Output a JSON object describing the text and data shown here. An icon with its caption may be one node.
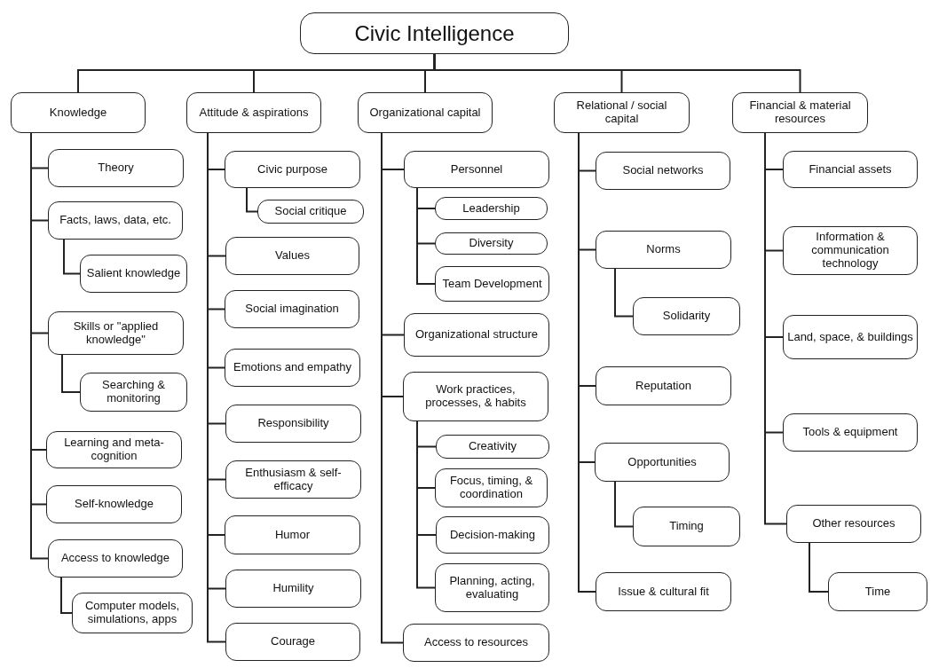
{
  "diagram": {
    "nodes": [
      {
        "text": [
          "Civic Intelligence"
        ]
      },
      {
        "text": [
          "Knowledge"
        ]
      },
      {
        "text": [
          "Attitude & aspirations"
        ]
      },
      {
        "text": [
          "Organizational capital"
        ]
      },
      {
        "text": [
          "Relational / social capital"
        ]
      },
      {
        "text": [
          "Financial & material resources"
        ]
      },
      {
        "text": [
          "Theory"
        ]
      },
      {
        "text": [
          "Facts, laws, data, etc."
        ]
      },
      {
        "text": [
          "Salient knowledge"
        ]
      },
      {
        "text": [
          "Skills or \"applied knowledge\""
        ]
      },
      {
        "text": [
          "Searching & monitoring"
        ]
      },
      {
        "text": [
          "Learning and meta-cognition"
        ]
      },
      {
        "text": [
          "Self-knowledge"
        ]
      },
      {
        "text": [
          "Access to knowledge"
        ]
      },
      {
        "text": [
          "Computer models, simulations, apps"
        ]
      },
      {
        "text": [
          "Civic purpose"
        ]
      },
      {
        "text": [
          "Social critique"
        ]
      },
      {
        "text": [
          "Values"
        ]
      },
      {
        "text": [
          "Social imagination"
        ]
      },
      {
        "text": [
          "Emotions and empathy"
        ]
      },
      {
        "text": [
          "Responsibility"
        ]
      },
      {
        "text": [
          "Enthusiasm & self-efficacy"
        ]
      },
      {
        "text": [
          "Humor"
        ]
      },
      {
        "text": [
          "Humility"
        ]
      },
      {
        "text": [
          "Courage"
        ]
      },
      {
        "text": [
          "Personnel"
        ]
      },
      {
        "text": [
          "Leadership"
        ]
      },
      {
        "text": [
          "Diversity"
        ]
      },
      {
        "text": [
          "Team Development"
        ]
      },
      {
        "text": [
          "Organizational structure"
        ]
      },
      {
        "text": [
          "Work practices, processes, & habits"
        ]
      },
      {
        "text": [
          "Creativity"
        ]
      },
      {
        "text": [
          "Focus, timing, & coordination"
        ]
      },
      {
        "text": [
          "Decision-making"
        ]
      },
      {
        "text": [
          "Planning, acting, evaluating"
        ]
      },
      {
        "text": [
          "Access to resources"
        ]
      },
      {
        "text": [
          "Social networks"
        ]
      },
      {
        "text": [
          "Norms"
        ]
      },
      {
        "text": [
          "Solidarity"
        ]
      },
      {
        "text": [
          "Reputation"
        ]
      },
      {
        "text": [
          "Opportunities"
        ]
      },
      {
        "text": [
          "Timing"
        ]
      },
      {
        "text": [
          "Issue & cultural fit"
        ]
      },
      {
        "text": [
          "Financial assets"
        ]
      },
      {
        "text": [
          "Information & communication technology"
        ]
      },
      {
        "text": [
          "Land, space, & buildings"
        ]
      },
      {
        "text": [
          "Tools & equipment"
        ]
      },
      {
        "text": [
          "Other resources"
        ]
      },
      {
        "text": [
          "Time"
        ]
      }
    ],
    "edges": [
      {
        "from": 0,
        "to": 1,
        "arrow": "none"
      },
      {
        "from": 0,
        "to": 2,
        "arrow": "none"
      },
      {
        "from": 0,
        "to": 3,
        "arrow": "none"
      },
      {
        "from": 0,
        "to": 4,
        "arrow": "none"
      },
      {
        "from": 0,
        "to": 5,
        "arrow": "none"
      },
      {
        "from": 1,
        "to": 6,
        "arrow": "none"
      },
      {
        "from": 1,
        "to": 7,
        "arrow": "none"
      },
      {
        "from": 7,
        "to": 8,
        "arrow": "none"
      },
      {
        "from": 1,
        "to": 9,
        "arrow": "none"
      },
      {
        "from": 9,
        "to": 10,
        "arrow": "none"
      },
      {
        "from": 1,
        "to": 11,
        "arrow": "none"
      },
      {
        "from": 1,
        "to": 12,
        "arrow": "none"
      },
      {
        "from": 1,
        "to": 13,
        "arrow": "none"
      },
      {
        "from": 13,
        "to": 14,
        "arrow": "none"
      },
      {
        "from": 2,
        "to": 15,
        "arrow": "none"
      },
      {
        "from": 15,
        "to": 16,
        "arrow": "none"
      },
      {
        "from": 2,
        "to": 17,
        "arrow": "none"
      },
      {
        "from": 2,
        "to": 18,
        "arrow": "none"
      },
      {
        "from": 2,
        "to": 19,
        "arrow": "none"
      },
      {
        "from": 2,
        "to": 20,
        "arrow": "none"
      },
      {
        "from": 2,
        "to": 21,
        "arrow": "none"
      },
      {
        "from": 2,
        "to": 22,
        "arrow": "none"
      },
      {
        "from": 2,
        "to": 23,
        "arrow": "none"
      },
      {
        "from": 2,
        "to": 24,
        "arrow": "none"
      },
      {
        "from": 3,
        "to": 25,
        "arrow": "none"
      },
      {
        "from": 25,
        "to": 26,
        "arrow": "none"
      },
      {
        "from": 25,
        "to": 27,
        "arrow": "none"
      },
      {
        "from": 25,
        "to": 28,
        "arrow": "none"
      },
      {
        "from": 3,
        "to": 29,
        "arrow": "none"
      },
      {
        "from": 3,
        "to": 30,
        "arrow": "none"
      },
      {
        "from": 30,
        "to": 31,
        "arrow": "none"
      },
      {
        "from": 30,
        "to": 32,
        "arrow": "none"
      },
      {
        "from": 30,
        "to": 33,
        "arrow": "none"
      },
      {
        "from": 30,
        "to": 34,
        "arrow": "none"
      },
      {
        "from": 3,
        "to": 35,
        "arrow": "none"
      },
      {
        "from": 4,
        "to": 36,
        "arrow": "none"
      },
      {
        "from": 4,
        "to": 37,
        "arrow": "none"
      },
      {
        "from": 37,
        "to": 38,
        "arrow": "none"
      },
      {
        "from": 4,
        "to": 39,
        "arrow": "none"
      },
      {
        "from": 4,
        "to": 40,
        "arrow": "none"
      },
      {
        "from": 40,
        "to": 41,
        "arrow": "none"
      },
      {
        "from": 4,
        "to": 42,
        "arrow": "none"
      },
      {
        "from": 5,
        "to": 43,
        "arrow": "none"
      },
      {
        "from": 5,
        "to": 44,
        "arrow": "none"
      },
      {
        "from": 5,
        "to": 45,
        "arrow": "none"
      },
      {
        "from": 5,
        "to": 46,
        "arrow": "none"
      },
      {
        "from": 5,
        "to": 47,
        "arrow": "none"
      },
      {
        "from": 47,
        "to": 48,
        "arrow": "none"
      }
    ]
  }
}
